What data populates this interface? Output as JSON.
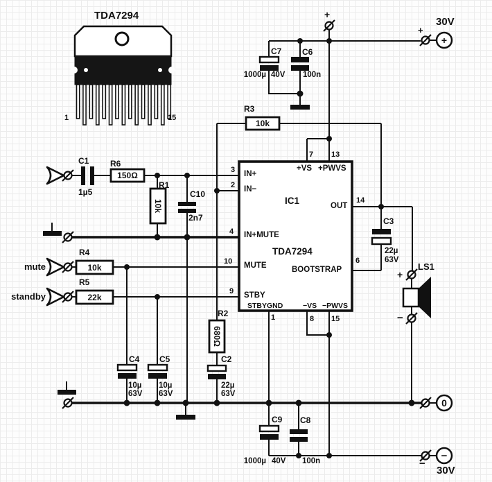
{
  "package": {
    "title": "TDA7294",
    "pin_first": "1",
    "pin_last": "15"
  },
  "power": {
    "vplus_label": "30V",
    "vminus_label": "30V",
    "zero_label": "0",
    "plus": "+",
    "minus": "−"
  },
  "control": {
    "mute": "mute",
    "standby": "standby"
  },
  "speaker": {
    "ref": "LS1",
    "plus": "+",
    "minus": "−"
  },
  "ic": {
    "ref": "IC1",
    "part": "TDA7294",
    "pins": {
      "in_plus": {
        "num": "3",
        "name": "IN+"
      },
      "in_minus": {
        "num": "2",
        "name": "IN−"
      },
      "in_mute": {
        "num": "4",
        "name": "IN+MUTE"
      },
      "mute": {
        "num": "10",
        "name": "MUTE"
      },
      "stby": {
        "num": "9",
        "name": "STBY"
      },
      "vs_plus": {
        "num": "7",
        "name": "+VS"
      },
      "pwvs_plus": {
        "num": "13",
        "name": "+PWVS"
      },
      "out": {
        "num": "14",
        "name": "OUT"
      },
      "bootstrap": {
        "num": "6",
        "name": "BOOTSTRAP"
      },
      "stbygnd": {
        "num": "1",
        "name": "STBYGND"
      },
      "vs_minus": {
        "num": "8",
        "name": "−VS"
      },
      "pwvs_minus": {
        "num": "15",
        "name": "−PWVS"
      }
    }
  },
  "components": {
    "r1": {
      "ref": "R1",
      "value": "10k"
    },
    "r2": {
      "ref": "R2",
      "value": "680Ω"
    },
    "r3": {
      "ref": "R3",
      "value": "10k"
    },
    "r4": {
      "ref": "R4",
      "value": "10k"
    },
    "r5": {
      "ref": "R5",
      "value": "22k"
    },
    "r6": {
      "ref": "R6",
      "value": "150Ω"
    },
    "c1": {
      "ref": "C1",
      "value": "1µ5"
    },
    "c2": {
      "ref": "C2",
      "value": "22µ",
      "voltage": "63V"
    },
    "c3": {
      "ref": "C3",
      "value": "22µ",
      "voltage": "63V"
    },
    "c4": {
      "ref": "C4",
      "value": "10µ",
      "voltage": "63V"
    },
    "c5": {
      "ref": "C5",
      "value": "10µ",
      "voltage": "63V"
    },
    "c6": {
      "ref": "C6",
      "value": "100n"
    },
    "c7": {
      "ref": "C7",
      "value": "1000µ",
      "voltage": "40V"
    },
    "c8": {
      "ref": "C8",
      "value": "100n"
    },
    "c9": {
      "ref": "C9",
      "value": "1000µ",
      "voltage": "40V"
    },
    "c10": {
      "ref": "C10",
      "value": "2n7"
    }
  }
}
